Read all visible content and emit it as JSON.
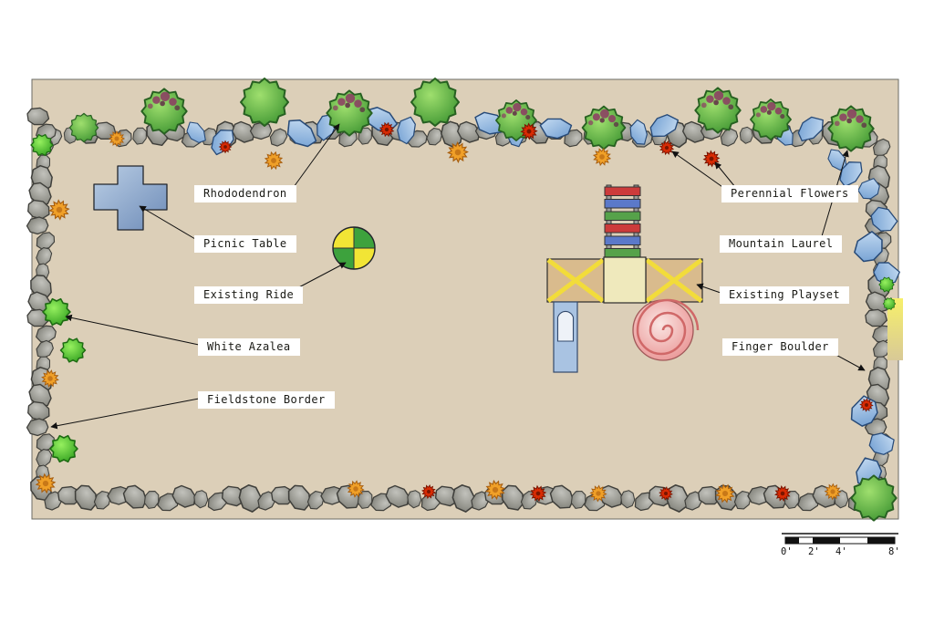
{
  "plan": {
    "labels_left": [
      {
        "id": "rhododendron",
        "text": "Rhododendron"
      },
      {
        "id": "picnic-table",
        "text": "Picnic Table"
      },
      {
        "id": "existing-ride",
        "text": "Existing Ride"
      },
      {
        "id": "white-azalea",
        "text": "White Azalea"
      },
      {
        "id": "fieldstone-border",
        "text": "Fieldstone Border"
      }
    ],
    "labels_right": [
      {
        "id": "perennial-flowers",
        "text": "Perennial Flowers"
      },
      {
        "id": "mountain-laurel",
        "text": "Mountain Laurel"
      },
      {
        "id": "existing-playset",
        "text": "Existing Playset"
      },
      {
        "id": "finger-boulder",
        "text": "Finger Boulder"
      }
    ],
    "scale_bar": {
      "ticks": [
        "0'",
        "2'",
        "4'",
        "8'"
      ]
    },
    "colors": {
      "ground": "#dccfb8",
      "stone": "#9a9a94",
      "flagstone": "#8fb4dc",
      "tree_green": "#3c9330",
      "azalea_green": "#2f9e1e",
      "flower_orange": "#f0a028",
      "flower_red": "#d92b04",
      "ride_yellow": "#f2e535",
      "ride_green": "#3da23d",
      "table_blue": "#7390ba",
      "slide_red": "#e98f8f"
    }
  }
}
